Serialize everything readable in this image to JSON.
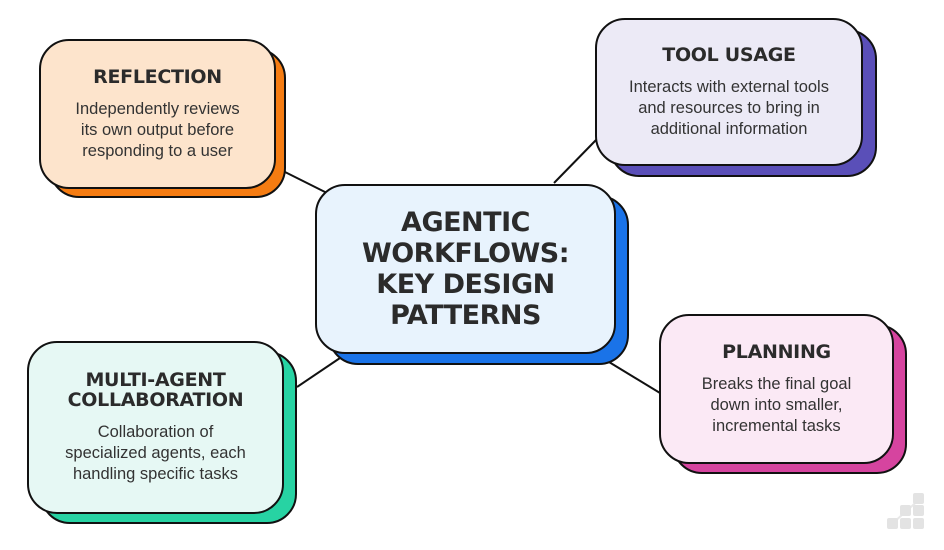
{
  "diagram": {
    "center": {
      "title_lines": [
        "AGENTIC",
        "WORKFLOWS:",
        "KEY DESIGN",
        "PATTERNS"
      ],
      "fill": "#e8f3fd",
      "shadow": "#1a73e8"
    },
    "nodes": {
      "reflection": {
        "title": "REFLECTION",
        "desc_lines": [
          "Independently reviews",
          "its own output before",
          "responding to a user"
        ],
        "fill": "#fde4cc",
        "shadow": "#f57c12"
      },
      "tool_usage": {
        "title": "TOOL USAGE",
        "desc_lines": [
          "Interacts with external tools",
          "and resources to bring in",
          "additional information"
        ],
        "fill": "#eceaf6",
        "shadow": "#5a4fb8"
      },
      "multi_agent": {
        "title_lines": [
          "MULTI-AGENT",
          "COLLABORATION"
        ],
        "desc_lines": [
          "Collaboration of",
          "specialized agents, each",
          "handling specific tasks"
        ],
        "fill": "#e6f8f4",
        "shadow": "#27d3a3"
      },
      "planning": {
        "title": "PLANNING",
        "desc_lines": [
          "Breaks the final goal",
          "down into smaller,",
          "incremental tasks"
        ],
        "fill": "#fbe9f5",
        "shadow": "#d6449f"
      }
    },
    "edges": [
      {
        "from": "center",
        "to": "reflection"
      },
      {
        "from": "center",
        "to": "tool_usage"
      },
      {
        "from": "center",
        "to": "multi_agent"
      },
      {
        "from": "center",
        "to": "planning"
      }
    ],
    "watermark_icon": "staircase-blocks-logo"
  }
}
